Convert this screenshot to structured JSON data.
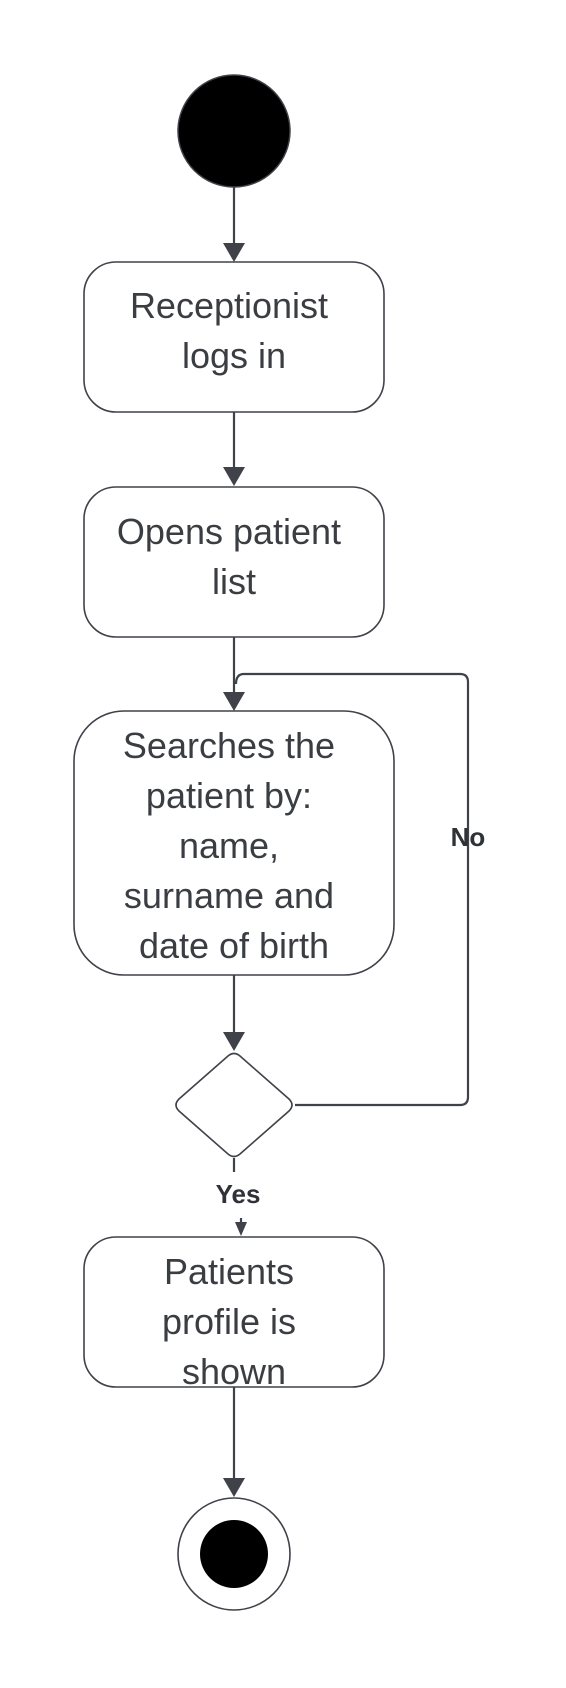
{
  "colors": {
    "stroke": "#3f4248",
    "text": "#3a3d42",
    "fill": "#ffffff",
    "node_black": "#000000"
  },
  "nodes": {
    "login": {
      "lines": [
        "Receptionist",
        "logs in"
      ]
    },
    "open_list": {
      "lines": [
        "Opens patient",
        "list"
      ]
    },
    "search": {
      "lines": [
        "Searches the",
        "patient by:",
        "name,",
        "surname and",
        "date of birth"
      ]
    },
    "profile": {
      "lines": [
        "Patients",
        "profile is",
        "shown"
      ]
    }
  },
  "edges": {
    "no_label": "No",
    "yes_label": "Yes"
  }
}
